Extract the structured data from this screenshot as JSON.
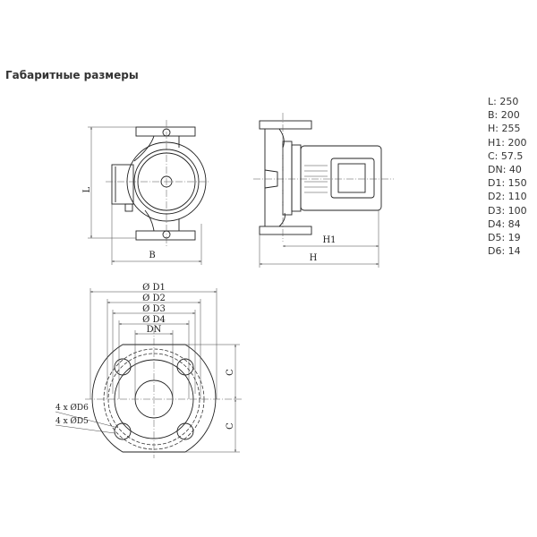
{
  "title": "Габаритные размеры",
  "specs": [
    {
      "label": "L: 250"
    },
    {
      "label": "B: 200"
    },
    {
      "label": "H: 255"
    },
    {
      "label": "H1: 200"
    },
    {
      "label": "C: 57.5"
    },
    {
      "label": "DN: 40"
    },
    {
      "label": "D1: 150"
    },
    {
      "label": "D2: 110"
    },
    {
      "label": "D3: 100"
    },
    {
      "label": "D4: 84"
    },
    {
      "label": "D5: 19"
    },
    {
      "label": "D6: 14"
    }
  ],
  "drawing": {
    "front": {
      "L": "L",
      "B": "B"
    },
    "side": {
      "H1": "H1",
      "H": "H"
    },
    "flange": {
      "D1": "Ø D1",
      "D2": "Ø D2",
      "D3": "Ø D3",
      "D4": "Ø D4",
      "DN": "DN",
      "C1": "C",
      "C2": "C",
      "D6": "4 x ØD6",
      "D5": "4 x ØD5"
    }
  }
}
